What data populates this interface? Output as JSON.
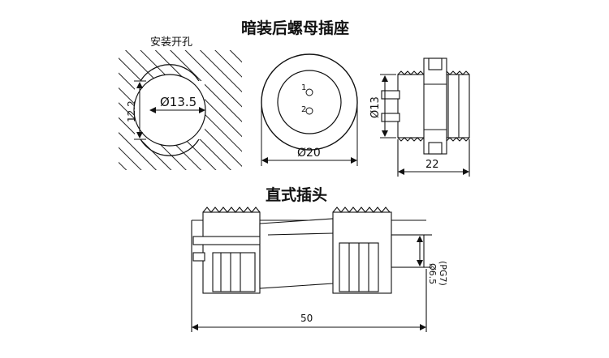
{
  "titles": {
    "rear_socket": "暗装后螺母插座",
    "straight_plug": "直式插头"
  },
  "panel_cutout": {
    "label": "安装开孔",
    "diameter": "Ø13.5",
    "flat_width": "12.2"
  },
  "socket_front": {
    "diameter": "Ø20",
    "pin_1": "1",
    "pin_2": "2"
  },
  "socket_side": {
    "diameter": "Ø13",
    "length": "22"
  },
  "plug": {
    "cable_diameter": "Ø6.5",
    "gland": "(PG7)",
    "length": "50"
  }
}
